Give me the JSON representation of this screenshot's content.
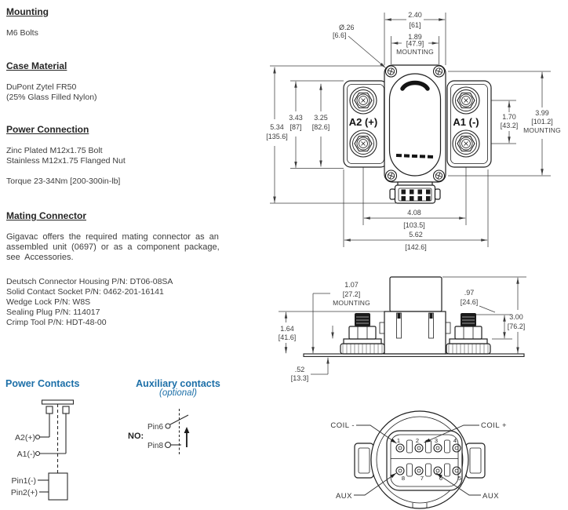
{
  "left_column": {
    "sections": [
      {
        "heading": "Mounting",
        "lines": [
          "M6 Bolts"
        ]
      },
      {
        "heading": "Case Material",
        "lines": [
          "DuPont Zytel FR50",
          "(25% Glass Filled Nylon)"
        ]
      },
      {
        "heading": "Power Connection",
        "lines": [
          "Zinc Plated M12x1.75 Bolt",
          "Stainless M12x1.75 Flanged Nut"
        ],
        "torque": "Torque 23-34Nm [200-300in-lb]"
      },
      {
        "heading": "Mating Connector",
        "para": [
          "Gigavac offers the required mating connector as an",
          "assembled unit (0697) or as a component package,",
          "see Accessories."
        ],
        "parts": [
          "Deutsch Connector Housing P/N: DT06-08SA",
          "Solid Contact Socket P/N: 0462-201-16141",
          "Wedge Lock P/N: W8S",
          "Sealing Plug P/N: 114017",
          "Crimp Tool P/N: HDT-48-00"
        ]
      }
    ]
  },
  "front_view": {
    "terminal_left": "A2 (+)",
    "terminal_right": "A1 (-)",
    "dims": {
      "width": {
        "in": "2.40",
        "mm": "[61]"
      },
      "mount_w": {
        "in": "1.89",
        "mm": "[47.9]",
        "note": "MOUNTING"
      },
      "hole": {
        "in": "Ø.26",
        "mm": "[6.6]"
      },
      "height": {
        "in": "5.34",
        "mm": "[135.6]"
      },
      "h1": {
        "in": "3.43",
        "mm": "[87]"
      },
      "h2": {
        "in": "3.25",
        "mm": "[82.6]"
      },
      "stud_gap": {
        "in": "1.70",
        "mm": "[43.2]"
      },
      "mount_h": {
        "in": "3.99",
        "mm": "[101.2]",
        "note": "MOUNTING"
      },
      "stud_span": {
        "in": "4.08",
        "mm": "[103.5]"
      },
      "width_total": {
        "in": "5.62",
        "mm": "[142.6]"
      }
    }
  },
  "side_view": {
    "dims": {
      "mount": {
        "in": "1.07",
        "mm": "[27.2]",
        "note": "MOUNTING"
      },
      "stud_h": {
        "in": ".97",
        "mm": "[24.6]"
      },
      "height": {
        "in": "3.00",
        "mm": "[76.2]"
      },
      "term_h": {
        "in": "1.64",
        "mm": "[41.6]"
      },
      "base": {
        "in": ".52",
        "mm": "[13.3]"
      }
    }
  },
  "bottom_view": {
    "coil_minus": "COIL -",
    "coil_plus": "COIL +",
    "aux_left": "AUX",
    "aux_right": "AUX",
    "pins_top": [
      "1",
      "2",
      "3",
      "4"
    ],
    "pins_bottom": [
      "8",
      "7",
      "6",
      "5"
    ]
  },
  "power_contacts": {
    "heading": "Power Contacts",
    "a2": "A2(+)",
    "a1": "A1(-)",
    "pin1": "Pin1(-)",
    "pin2": "Pin2(+)"
  },
  "aux_contacts": {
    "heading": "Auxiliary contacts",
    "sub": "(optional)",
    "no": "NO:",
    "pin6": "Pin6",
    "pin8": "Pin8"
  },
  "colors": {
    "accent_blue": "#1c6fa8",
    "line": "#1f1f1f",
    "dim_text": "#3d3d3d"
  }
}
